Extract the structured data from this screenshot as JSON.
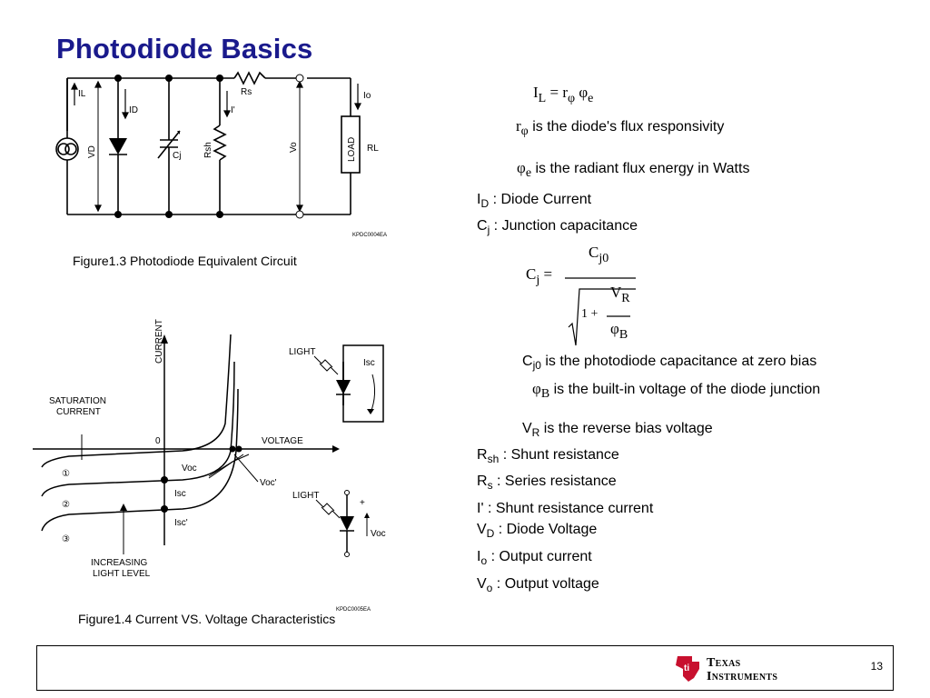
{
  "title": "Photodiode Basics",
  "figures": {
    "circuit": {
      "caption": "Figure1.3 Photodiode Equivalent Circuit",
      "code": "KPDC0004EA",
      "labels": {
        "il": "IL",
        "id": "ID",
        "rs": "Rs",
        "iprime": "I'",
        "io": "Io",
        "vd": "VD",
        "cj": "Cj",
        "rsh": "Rsh",
        "vo": "Vo",
        "load": "LOAD",
        "rl": "RL"
      }
    },
    "iv": {
      "caption": "Figure1.4 Current VS. Voltage Characteristics",
      "code": "KPDC0005EA",
      "labels": {
        "current": "CURRENT",
        "voltage": "VOLTAGE",
        "zero": "0",
        "saturation1": "SATURATION",
        "saturation2": "CURRENT",
        "voc": "Voc",
        "vocp": "Voc'",
        "isc": "Isc",
        "iscp": "Isc'",
        "inc1": "INCREASING",
        "inc2": "LIGHT LEVEL",
        "light": "LIGHT",
        "n1": "①",
        "n2": "②",
        "n3": "③",
        "plus": "+"
      }
    }
  },
  "equations": {
    "il": {
      "lhs": "I",
      "lhs_sub": "L",
      "eq": " = r",
      "r_sub": "φ",
      "phi": " φ",
      "phi_sub": "e"
    },
    "r_phi": {
      "sym": "r",
      "sub": "φ",
      "text": "is the diode's flux responsivity"
    },
    "phi_e": {
      "sym": "φ",
      "sub": "e",
      "text": "is the radiant flux energy in Watts"
    },
    "cj": {
      "lhs": "C",
      "lhs_sub": "j",
      "eq": "=",
      "num": "C",
      "num_sub": "j0",
      "one": "1 +",
      "vr": "V",
      "vr_sub": "R",
      "phib": "φ",
      "phib_sub": "B"
    },
    "cj0": {
      "sym": "C",
      "sub": "j0",
      "text": " is the photodiode capacitance at zero bias"
    },
    "phib": {
      "sym": "φ",
      "sub": "B",
      "text": "is the built-in voltage of the diode junction"
    },
    "vr": {
      "sym": "V",
      "sub": "R",
      "text": " is the reverse bias voltage"
    }
  },
  "definitions": [
    {
      "sym": "I",
      "sub": "D",
      "text": " : Diode Current"
    },
    {
      "sym": "C",
      "sub": "j",
      "text": " : Junction capacitance"
    },
    {
      "sym": "R",
      "sub": "sh",
      "text": " : Shunt resistance"
    },
    {
      "sym": "R",
      "sub": "s",
      "text": " : Series resistance"
    },
    {
      "sym": "I'",
      "sub": "",
      "text": " : Shunt resistance current"
    },
    {
      "sym": "V",
      "sub": "D",
      "text": " : Diode Voltage"
    },
    {
      "sym": "I",
      "sub": "o",
      "text": " : Output current"
    },
    {
      "sym": "V",
      "sub": "o",
      "text": " : Output voltage"
    }
  ],
  "footer": {
    "logo_line1": "Texas",
    "logo_line2": "Instruments",
    "page_number": "13",
    "brand_color": "#c8102e"
  }
}
